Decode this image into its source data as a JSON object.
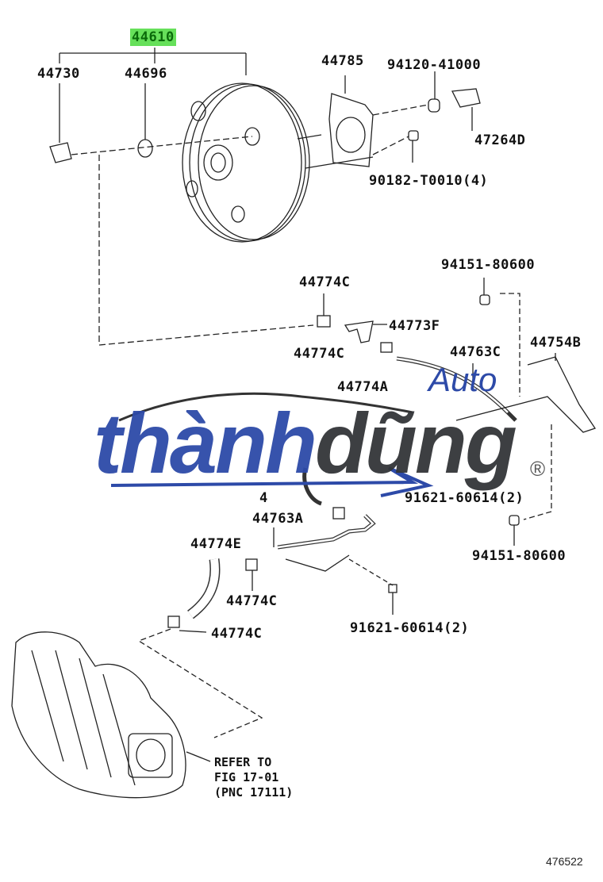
{
  "labels": {
    "assembly": "44610",
    "l44730": "44730",
    "l44696": "44696",
    "l44785": "44785",
    "l94120": "94120-41000",
    "l47264d": "47264D",
    "l90182": "90182-T0010(4)",
    "l94151_top": "94151-80600",
    "l44774c_1": "44774C",
    "l44773f": "44773F",
    "l44774c_2": "44774C",
    "l44763c": "44763C",
    "l44754b": "44754B",
    "l44774a": "44774A",
    "l_obscured": "4",
    "l91621_top": "91621-60614(2)",
    "l44763a": "44763A",
    "l44774e": "44774E",
    "l44774c_3": "44774C",
    "l44774c_4": "44774C",
    "l91621_bottom": "91621-60614(2)",
    "l94151_bottom": "94151-80600"
  },
  "reference": {
    "line1": "REFER TO",
    "line2": "FIG 17-01",
    "line3": "(PNC 17111)"
  },
  "illustration_code": "476522",
  "watermark": {
    "part1": "thành",
    "part2": "dũng",
    "auto": "Auto",
    "registered": "®"
  },
  "colors": {
    "highlight": "#66e05a",
    "brand_blue": "#2d4aa8",
    "brand_dark": "#333538"
  }
}
